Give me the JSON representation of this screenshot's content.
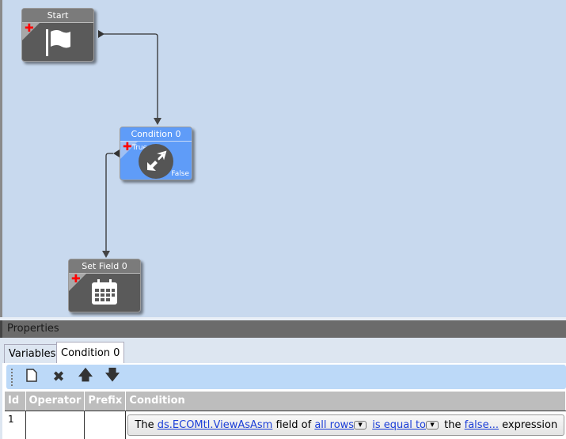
{
  "nodes": {
    "start": {
      "title": "Start"
    },
    "condition": {
      "title": "Condition 0",
      "true_label": "True",
      "false_label": "False"
    },
    "setfield": {
      "title": "Set Field 0"
    }
  },
  "properties": {
    "title": "Properties",
    "tabs": [
      {
        "label": "Variables"
      },
      {
        "label": "Condition 0",
        "active": true
      }
    ]
  },
  "toolbar": {
    "new": "new-icon",
    "delete": "delete-icon",
    "up": "arrow-up-icon",
    "down": "arrow-down-icon"
  },
  "table": {
    "headers": [
      "Id",
      "Operator",
      "Prefix",
      "Condition"
    ],
    "rows": [
      {
        "id": "1",
        "operator": "",
        "prefix": "",
        "condition": {
          "t1": "The",
          "field": "ds.ECOMtl.ViewAsAsm",
          "t2": "field of",
          "rows": "all rows",
          "op": "is equal to",
          "t3": "the",
          "value": "false...",
          "t4": "expression"
        }
      }
    ]
  },
  "colors": {
    "canvas": "#c8d9ee",
    "node": "#5a5a5a",
    "condition_node": "#5f9cf8",
    "toolbar": "#bcd9f8"
  }
}
